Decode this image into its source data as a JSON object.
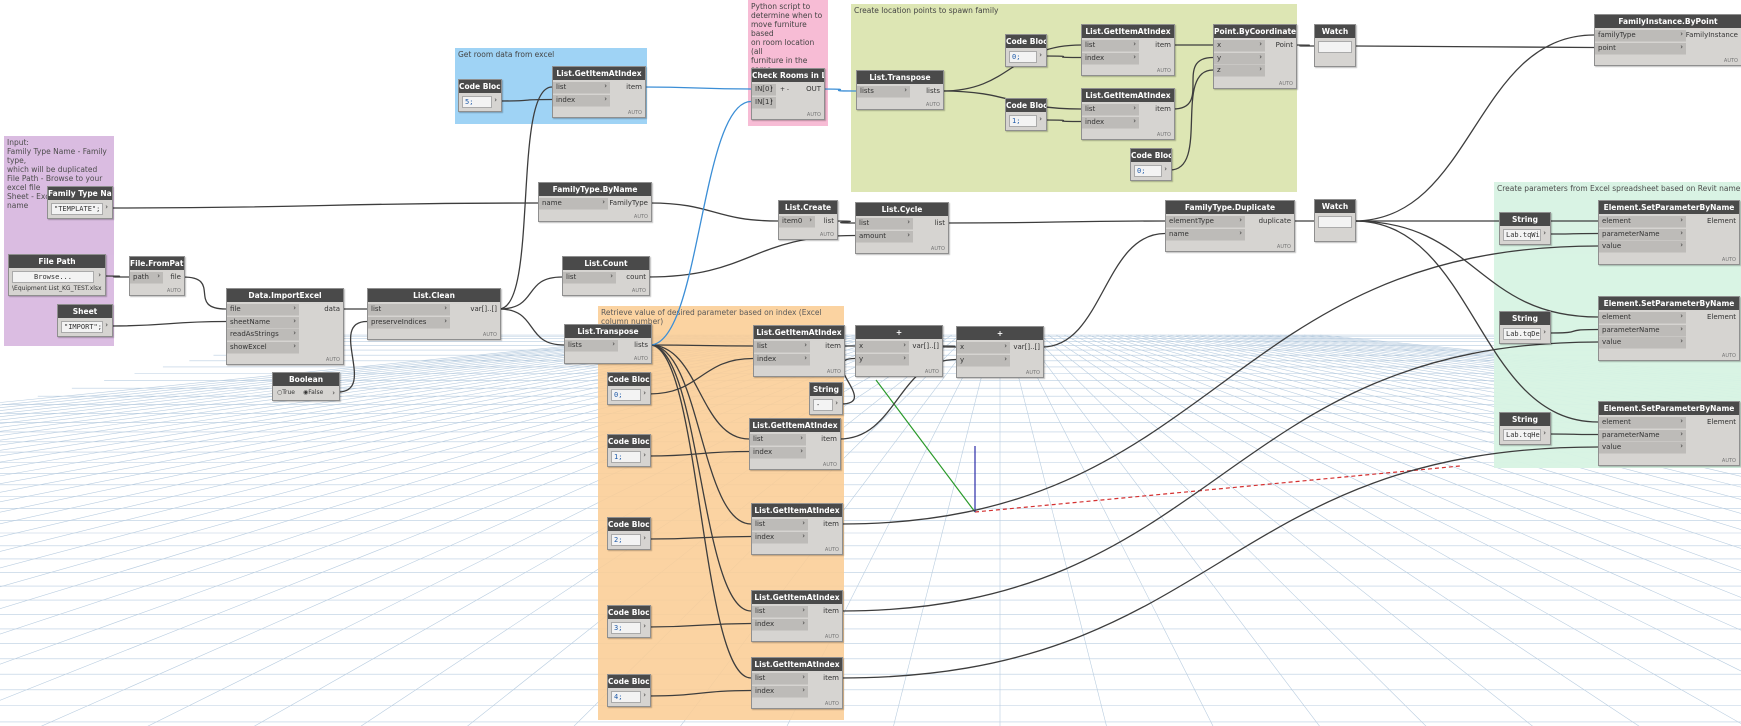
{
  "groups": [
    {
      "id": "g-input",
      "label": "Input:\nFamily Type Name - Family type,\nwhich will be duplicated\nFile Path - Browse to your excel file\nSheet - Excel file sheet name",
      "color": "#d9b9e0"
    },
    {
      "id": "g-room",
      "label": "Get room data from excel",
      "color": "#9fd3f5"
    },
    {
      "id": "g-python",
      "label": "Python script to\ndetermine when to\nmove furniture based\non room location (all\nfurniture in the same\nroom will be in the same\nrow)",
      "color": "#f7bcd5"
    },
    {
      "id": "g-points",
      "label": "Create location points to spawn family",
      "color": "#dde6b4"
    },
    {
      "id": "g-params",
      "label": "Create parameters from Excel spreadsheet based on Revit name",
      "color": "#d7f3e3"
    },
    {
      "id": "g-retrieve",
      "label": "Retrieve value of desired parameter based on index (Excel column number)",
      "color": "#fbcd95"
    }
  ],
  "nodes": {
    "family_type_name": {
      "title": "Family Type Name",
      "value": "\"TEMPLATE\";"
    },
    "file_path": {
      "title": "File Path",
      "button": "Browse...",
      "file": "\\Equipment List_KG_TEST.xlsx"
    },
    "sheet": {
      "title": "Sheet",
      "value": "\"IMPORT\";"
    },
    "file_from_path": {
      "title": "File.FromPath",
      "in": [
        "path"
      ],
      "out": [
        "file"
      ]
    },
    "data_import_excel": {
      "title": "Data.ImportExcel",
      "in": [
        "file",
        "sheetName",
        "readAsStrings",
        "showExcel"
      ],
      "out": [
        "data"
      ]
    },
    "boolean": {
      "title": "Boolean",
      "opt_true": "True",
      "opt_false": "False"
    },
    "list_clean": {
      "title": "List.Clean",
      "in": [
        "list",
        "preserveIndices"
      ],
      "out": [
        "var[]..[]"
      ]
    },
    "code_block_5": {
      "title": "Code Block",
      "value": "5;"
    },
    "list_getitem_room": {
      "title": "List.GetItemAtIndex",
      "in": [
        "list",
        "index"
      ],
      "out": [
        "item"
      ]
    },
    "familytype_byname": {
      "title": "FamilyType.ByName",
      "in": [
        "name"
      ],
      "out": [
        "FamilyType"
      ]
    },
    "list_count": {
      "title": "List.Count",
      "in": [
        "list"
      ],
      "out": [
        "count"
      ]
    },
    "list_transpose_main": {
      "title": "List.Transpose",
      "in": [
        "lists"
      ],
      "out": [
        "lists"
      ]
    },
    "check_rooms": {
      "title": "Check Rooms in List",
      "in": [
        "IN[0]",
        "IN[1]"
      ],
      "out": [
        "OUT"
      ]
    },
    "list_create": {
      "title": "List.Create",
      "in": [
        "item0"
      ],
      "out": [
        "list"
      ]
    },
    "list_cycle": {
      "title": "List.Cycle",
      "in": [
        "list",
        "amount"
      ],
      "out": [
        "list"
      ]
    },
    "list_transpose_pts": {
      "title": "List.Transpose",
      "in": [
        "lists"
      ],
      "out": [
        "lists"
      ]
    },
    "code_block_0a": {
      "title": "Code Block",
      "value": "0;"
    },
    "code_block_1a": {
      "title": "Code Block",
      "value": "1;"
    },
    "code_block_0b": {
      "title": "Code Block",
      "value": "0;"
    },
    "list_getitem_x": {
      "title": "List.GetItemAtIndex",
      "in": [
        "list",
        "index"
      ],
      "out": [
        "item"
      ]
    },
    "list_getitem_y": {
      "title": "List.GetItemAtIndex",
      "in": [
        "list",
        "index"
      ],
      "out": [
        "item"
      ]
    },
    "point_bycoords": {
      "title": "Point.ByCoordinates",
      "in": [
        "x",
        "y",
        "z"
      ],
      "out": [
        "Point"
      ]
    },
    "watch1": {
      "title": "Watch"
    },
    "watch2": {
      "title": "Watch"
    },
    "familyinstance_bypoint": {
      "title": "FamilyInstance.ByPoint",
      "in": [
        "familyType",
        "point"
      ],
      "out": [
        "FamilyInstance"
      ]
    },
    "familytype_duplicate": {
      "title": "FamilyType.Duplicate",
      "in": [
        "elementType",
        "name"
      ],
      "out": [
        "duplicate"
      ]
    },
    "gi_0": {
      "title": "List.GetItemAtIndex",
      "in": [
        "list",
        "index"
      ],
      "out": [
        "item"
      ]
    },
    "gi_1": {
      "title": "List.GetItemAtIndex",
      "in": [
        "list",
        "index"
      ],
      "out": [
        "item"
      ]
    },
    "gi_2": {
      "title": "List.GetItemAtIndex",
      "in": [
        "list",
        "index"
      ],
      "out": [
        "item"
      ]
    },
    "gi_3": {
      "title": "List.GetItemAtIndex",
      "in": [
        "list",
        "index"
      ],
      "out": [
        "item"
      ]
    },
    "gi_4": {
      "title": "List.GetItemAtIndex",
      "in": [
        "list",
        "index"
      ],
      "out": [
        "item"
      ]
    },
    "cb_r0": {
      "title": "Code Block",
      "value": "0;"
    },
    "cb_r1": {
      "title": "Code Block",
      "value": "1;"
    },
    "cb_r2": {
      "title": "Code Block",
      "value": "2;"
    },
    "cb_r3": {
      "title": "Code Block",
      "value": "3;"
    },
    "cb_r4": {
      "title": "Code Block",
      "value": "4;"
    },
    "string_dash": {
      "title": "String",
      "value": "-"
    },
    "plus1": {
      "title": "+",
      "in": [
        "x",
        "y"
      ],
      "out": [
        "var[]..[]"
      ]
    },
    "plus2": {
      "title": "+",
      "in": [
        "x",
        "y"
      ],
      "out": [
        "var[]..[]"
      ]
    },
    "string_width": {
      "title": "String",
      "value": "Lab.tqWidth"
    },
    "string_depth": {
      "title": "String",
      "value": "Lab.tqDepth"
    },
    "string_height": {
      "title": "String",
      "value": "Lab.tqHeight"
    },
    "set_param_1": {
      "title": "Element.SetParameterByName",
      "in": [
        "element",
        "parameterName",
        "value"
      ],
      "out": [
        "Element"
      ]
    },
    "set_param_2": {
      "title": "Element.SetParameterByName",
      "in": [
        "element",
        "parameterName",
        "value"
      ],
      "out": [
        "Element"
      ]
    },
    "set_param_3": {
      "title": "Element.SetParameterByName",
      "in": [
        "element",
        "parameterName",
        "value"
      ],
      "out": [
        "Element"
      ]
    }
  },
  "lacing": "AUTO",
  "colors": {
    "wire": "#3d3d3d",
    "wire_selected": "#3b8ed6",
    "node_header": "#4a4a4a",
    "node_body": "#d6d4d1",
    "grid": "#b9cde0",
    "axis_x": "#d43030",
    "axis_y": "#2a9a2a",
    "axis_z": "#2a2aa8"
  }
}
